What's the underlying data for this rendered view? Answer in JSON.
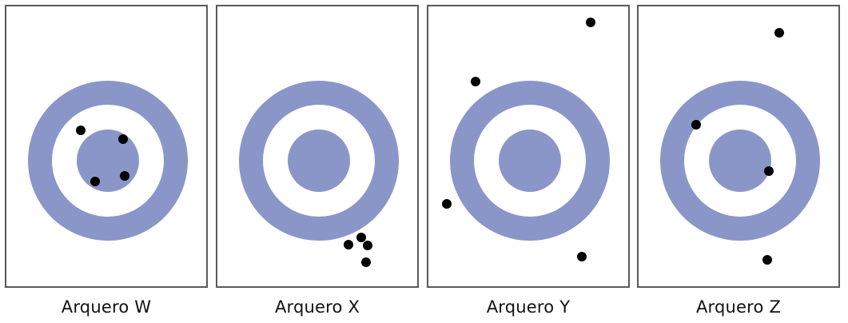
{
  "colors": {
    "ring": "#8b96c8",
    "background": "#ffffff",
    "shot": "#000000",
    "frame": "#5a5a5a"
  },
  "panels": [
    {
      "label": "Arquero W"
    },
    {
      "label": "Arquero X"
    },
    {
      "label": "Arquero Y"
    },
    {
      "label": "Arquero Z"
    }
  ]
}
